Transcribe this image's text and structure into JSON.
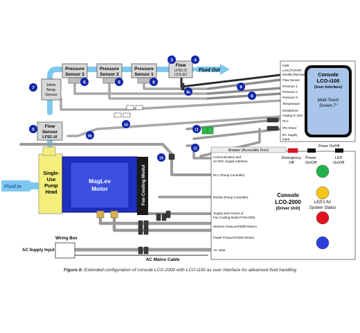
{
  "sensors": {
    "p3": [
      "Pressure",
      "Sensor 3"
    ],
    "p2": [
      "Pressure",
      "Sensor 2"
    ],
    "p1": [
      "Pressure",
      "Sensor 1"
    ],
    "flow_top": [
      "Flow",
      "LFSC-D",
      "LFS-SU"
    ],
    "inline_temp": [
      "Inline",
      "Temp.",
      "Sensor"
    ],
    "flow_left": [
      "Flow",
      "Sensor",
      "LFSC-iX"
    ]
  },
  "fluid_out": "Fluid Out",
  "fluid_in": "Fluid In",
  "pump_head": [
    "Single-",
    "Use",
    "Pump",
    "Head"
  ],
  "motor": [
    "MagLev",
    "Motor"
  ],
  "fan_module": "Fan Cooling Modul",
  "badges": [
    "3",
    "4",
    "6",
    "6",
    "6",
    "7",
    "5",
    "8a",
    "8b",
    "9",
    "9",
    "10",
    "11",
    "12",
    "19"
  ],
  "console_i100": {
    "title": [
      "Console",
      "LCO-i100",
      "(User Interface)"
    ],
    "screen": [
      "Multi-Touch",
      "Screen 7\""
    ],
    "ports": [
      "USB",
      "LAN (TCP/IP)",
      "RS485 (Remote)",
      "Flow Sensor",
      "Pressure 1",
      "Pressure 2",
      "Pressure 3",
      "Temperature",
      "RS485/24V",
      "Analog In /24V",
      "PLC",
      "IPS Driver",
      "DC Supply",
      "Input"
    ]
  },
  "console_2000": {
    "title": [
      "Console",
      "LCO-2000",
      "(Driver Unit)"
    ],
    "breaker": "Breaker (Accessible Door)",
    "power_onoff_top": "Power On/Off",
    "emergency": [
      "Emergency",
      "Off"
    ],
    "power": [
      "Power",
      "On/Off"
    ],
    "led": [
      "LED",
      "On/Off"
    ],
    "leds_caption": [
      "LED's for",
      "System Status"
    ],
    "ports": [
      "Communication and",
      "24 VDC Supply Interface",
      "PLC (Pump Controller)",
      "RS232 (Pump Controller)",
      "Supply and Control of",
      "Fan Cooling Modul FCM-2000",
      "Sensors PuraLev®2000 Motors",
      "Power PuraLev®2000 Motors",
      "AC Input"
    ]
  },
  "ac_supply_input": "AC Supply Input",
  "wiring_box": "Wiring Box",
  "ac_mains_cable": "AC Mains Cable",
  "caption_bold": "Figure 6:",
  "caption_text": " Extended configuration of console LCO-2000 with LCO-i100 as user interface for advanced fluid handling",
  "colors": {
    "fluid": "#7ec8ef",
    "pump_yellow": "#f4ee7a",
    "motor_blue": "#1f2fbf",
    "motor_inner": "#3b4fe0",
    "cable": "#9a9a9a",
    "cable_dark": "#505050",
    "badge": "#1226a8",
    "led_green": "#22b24c",
    "led_yellow": "#f5c518",
    "led_red": "#e0141e",
    "led_blue": "#2a3fd8"
  }
}
